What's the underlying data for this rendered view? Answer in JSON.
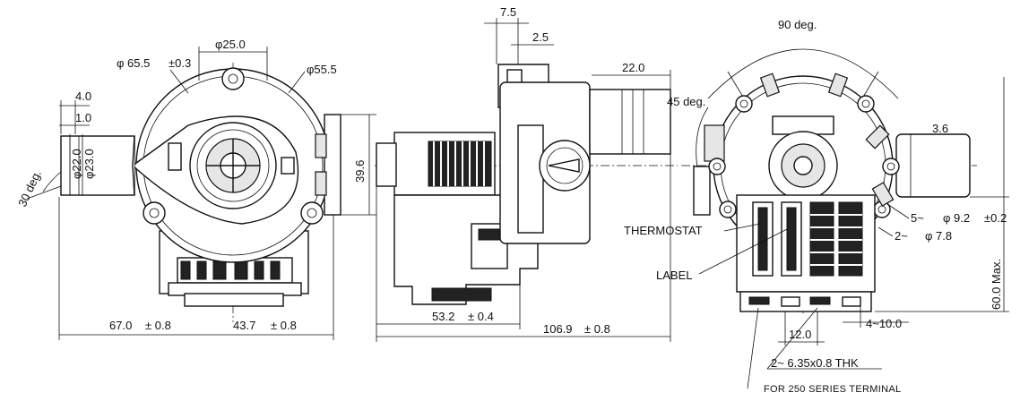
{
  "front_view": {
    "dims": {
      "d_outer": "φ 65.5",
      "tol_outer": "±0.3",
      "d_inner": "φ25.0",
      "d_ring": "φ55.5",
      "w_4": "4.0",
      "w_1": "1.0",
      "d_22": "φ22.0",
      "d_23": "φ23.0",
      "angle": "30 deg.",
      "h_396": "39.6",
      "len_left": "67.0",
      "tol_left": "± 0.8",
      "len_right": "43.7",
      "tol_right": "± 0.8"
    }
  },
  "side_view": {
    "dims": {
      "w_75": "7.5",
      "w_25": "2.5",
      "len_22": "22.0",
      "len_532": "53.2",
      "tol_532": "± 0.4",
      "len_1069": "106.9",
      "tol_1069": "± 0.8"
    }
  },
  "rear_view": {
    "dims": {
      "angle_90": "90 deg.",
      "angle_45": "45 deg.",
      "w_36": "3.6",
      "hole_5": "5~",
      "d_92": "φ 9.2",
      "tol_02": "±0.2",
      "hole_2": "2~",
      "d_78": "φ 7.8",
      "h_600": "60.0 Max.",
      "term_gap": "4~10.0",
      "w_120": "12.0",
      "terminal": "2~ 6.35x0.8 THK"
    },
    "labels": {
      "thermostat": "THERMOSTAT",
      "label": "LABEL",
      "note": "FOR 250 SERIES TERMINAL"
    }
  }
}
